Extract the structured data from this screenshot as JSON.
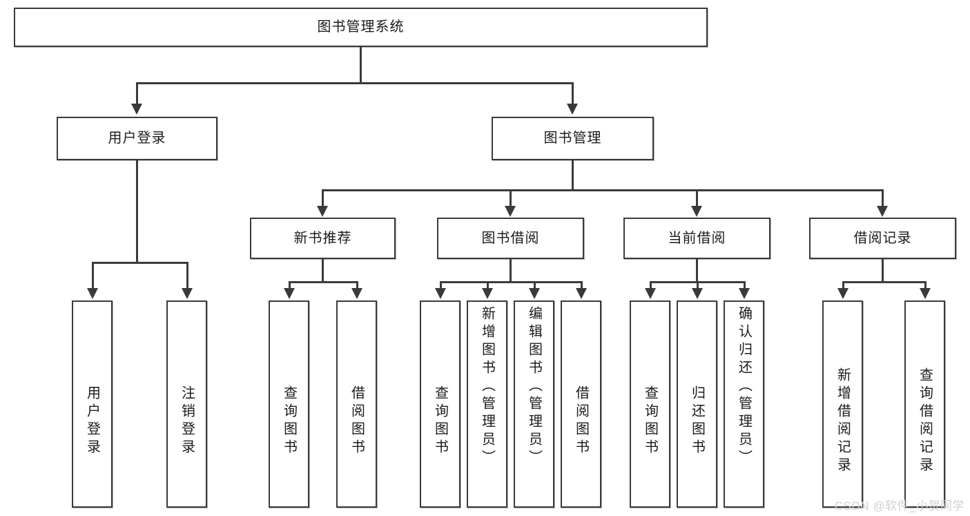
{
  "diagram": {
    "title_node": {
      "label": "图书管理系统"
    },
    "level1": [
      {
        "label": "用户登录"
      },
      {
        "label": "图书管理"
      }
    ],
    "level2": [
      {
        "label": "新书推荐"
      },
      {
        "label": "图书借阅"
      },
      {
        "label": "当前借阅"
      },
      {
        "label": "借阅记录"
      }
    ],
    "leaves": {
      "user_login": [
        {
          "label": "用户登录"
        },
        {
          "label": "注销登录"
        }
      ],
      "new_book_recommend": [
        {
          "label": "查询图书"
        },
        {
          "label": "借阅图书"
        }
      ],
      "book_borrow": [
        {
          "label": "查询图书"
        },
        {
          "label": "新增图书（管理员）"
        },
        {
          "label": "编辑图书（管理员）"
        },
        {
          "label": "借阅图书"
        }
      ],
      "current_borrow": [
        {
          "label": "查询图书"
        },
        {
          "label": "归还图书"
        },
        {
          "label": "确认归还（管理员）"
        }
      ],
      "borrow_record": [
        {
          "label": "新增借阅记录"
        },
        {
          "label": "查询借阅记录"
        }
      ]
    },
    "watermark": {
      "text": "CSDN @软件_小贺同学"
    },
    "colors": {
      "stroke": "#3a3a3a",
      "fill": "#ffffff",
      "text": "#1b1b1b",
      "watermark": "#cfcfcf"
    }
  }
}
